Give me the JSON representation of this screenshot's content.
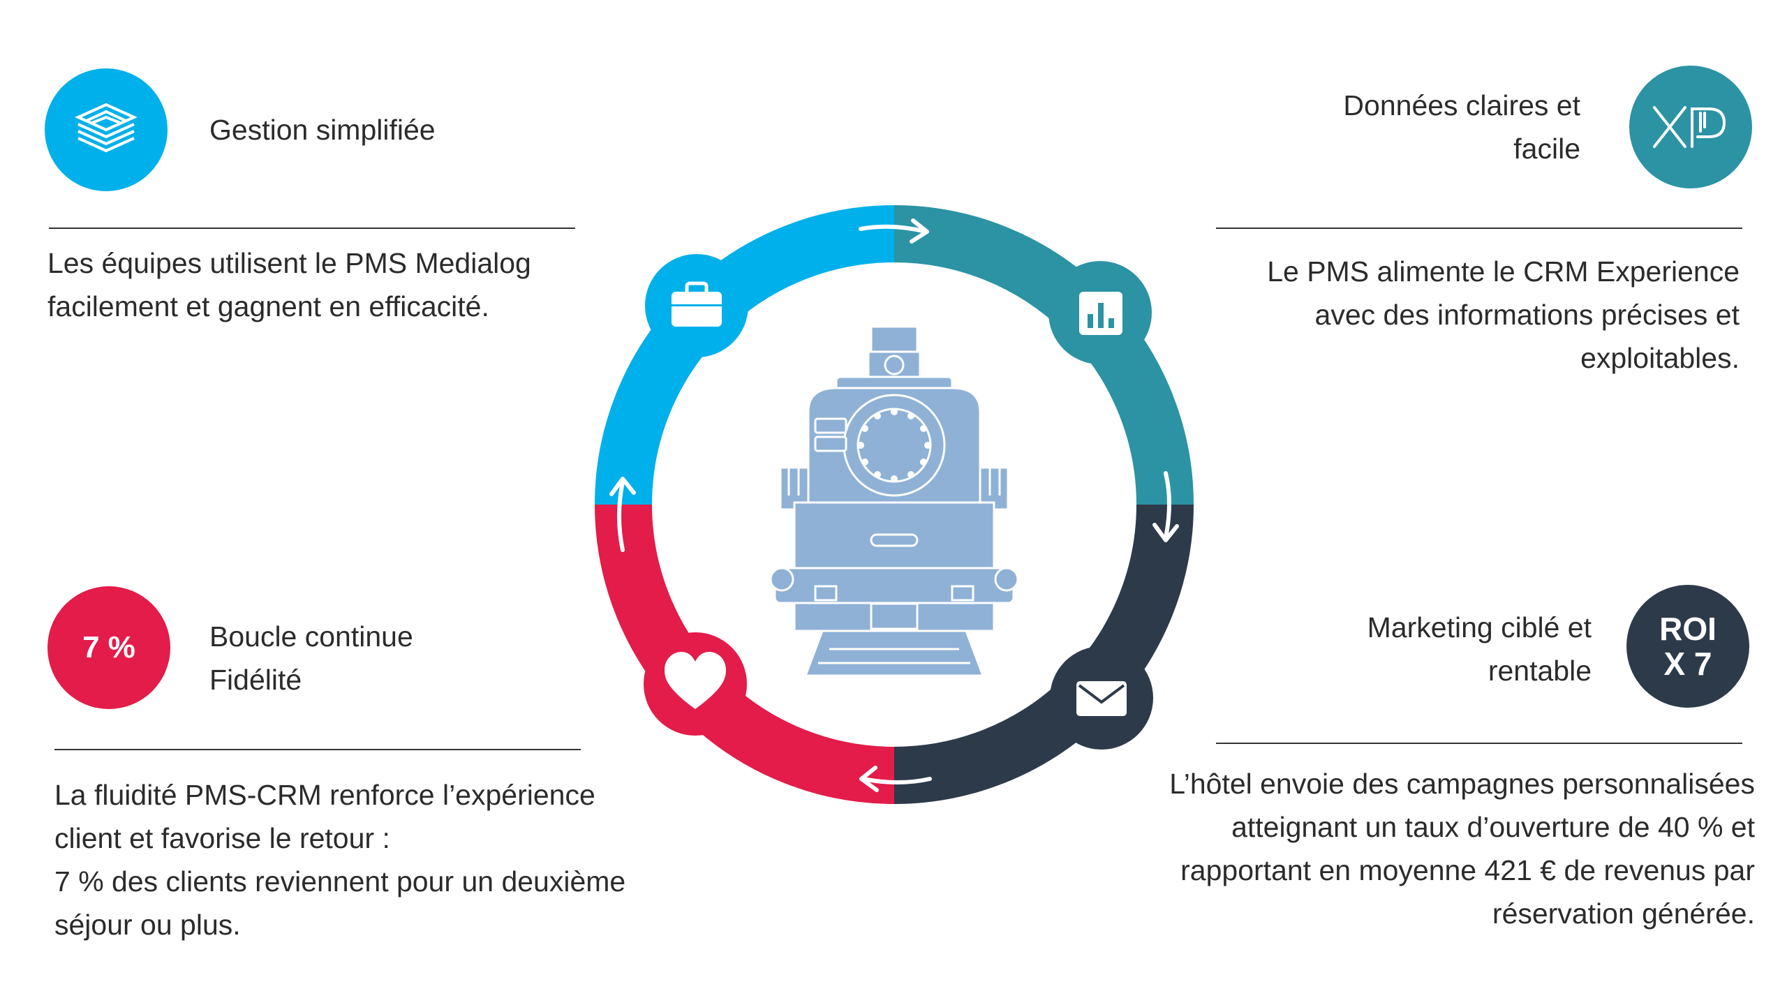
{
  "colors": {
    "blue": "#00b0ea",
    "teal": "#2b93a4",
    "navy": "#2d3a4a",
    "red": "#e31c4a",
    "loco": "#8fb1d6"
  },
  "top_left": {
    "icon": "layers-logo-icon",
    "title": "Gestion simplifiée",
    "body": [
      "Les équipes utilisent le PMS Medialog",
      "facilement et gagnent en efficacité."
    ]
  },
  "top_right": {
    "icon": "xp-logo-icon",
    "logo_text": "XP",
    "title": [
      "Données claires et",
      "facile"
    ],
    "body": [
      "Le PMS alimente le CRM Experience",
      "avec des informations précises et",
      "exploitables."
    ]
  },
  "bottom_left": {
    "badge_text": "7 %",
    "title": [
      "Boucle continue",
      "Fidélité"
    ],
    "body": [
      "La fluidité PMS-CRM renforce l’expérience",
      "client et favorise le retour :",
      "7 % des clients reviennent pour un deuxième",
      "séjour ou plus."
    ]
  },
  "bottom_right": {
    "badge_text": [
      "ROI",
      "X 7"
    ],
    "title": [
      "Marketing ciblé et",
      "rentable"
    ],
    "body": [
      "L’hôtel envoie des campagnes personnalisées",
      "atteignant un taux d’ouverture de 40 % et",
      "rapportant en moyenne 421 € de revenus par",
      "réservation générée."
    ]
  },
  "cycle": {
    "nodes": [
      {
        "icon": "briefcase-icon",
        "color": "blue"
      },
      {
        "icon": "bar-chart-icon",
        "color": "teal"
      },
      {
        "icon": "envelope-icon",
        "color": "navy"
      },
      {
        "icon": "heart-icon",
        "color": "red"
      }
    ],
    "center_icon": "locomotive-icon"
  }
}
